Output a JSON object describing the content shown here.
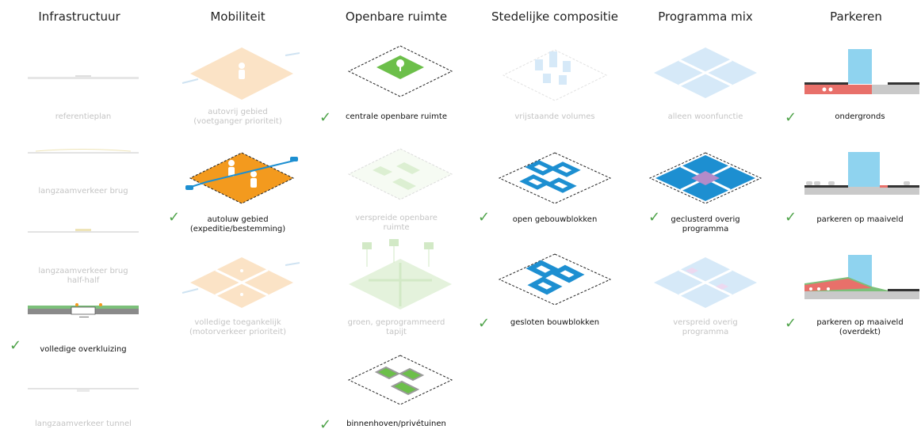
{
  "columns": [
    {
      "title": "Infrastructuur"
    },
    {
      "title": "Mobiliteit"
    },
    {
      "title": "Openbare ruimte"
    },
    {
      "title": "Stedelijke compositie"
    },
    {
      "title": "Programma mix"
    },
    {
      "title": "Parkeren"
    }
  ],
  "infrastructuur": [
    {
      "label": "referentieplan",
      "selected": false
    },
    {
      "label": "langzaamverkeer brug",
      "selected": false
    },
    {
      "label": "langzaamverkeer brug\nhalf-half",
      "selected": false
    },
    {
      "label": "volledige overkluizing",
      "selected": true
    },
    {
      "label": "langzaamverkeer tunnel",
      "selected": false
    }
  ],
  "mobiliteit": [
    {
      "label": "autovrij gebied\n(voetganger prioriteit)",
      "selected": false
    },
    {
      "label": "autoluw gebied\n(expeditie/bestemming)",
      "selected": true
    },
    {
      "label": "volledige toegankelijk\n(motorverkeer prioriteit)",
      "selected": false
    }
  ],
  "openbare_ruimte": [
    {
      "label": "centrale openbare ruimte",
      "selected": true
    },
    {
      "label": "verspreide openbare\nruimte",
      "selected": false
    },
    {
      "label": "groen, geprogrammeerd\ntapijt",
      "selected": false
    },
    {
      "label": "binnenhoven/privétuinen",
      "selected": true
    }
  ],
  "stedelijke_compositie": [
    {
      "label": "vrijstaande volumes",
      "selected": false
    },
    {
      "label": "open gebouwblokken",
      "selected": true
    },
    {
      "label": "gesloten bouwblokken",
      "selected": true
    }
  ],
  "programma_mix": [
    {
      "label": "alleen woonfunctie",
      "selected": false
    },
    {
      "label": "geclusterd overig\nprogramma",
      "selected": true
    },
    {
      "label": "verspreid overig\nprogramma",
      "selected": false
    }
  ],
  "parkeren": [
    {
      "label": "ondergronds",
      "selected": true
    },
    {
      "label": "parkeren op maaiveld",
      "selected": true
    },
    {
      "label": "parkeren op maaiveld\n(overdekt)",
      "selected": true
    }
  ],
  "check_glyph": "✓",
  "colors": {
    "check": "#4fa34a",
    "orange": "#f39a1e",
    "orange_faded": "#fbe3c6",
    "green": "#6cbf4a",
    "blue": "#1d8fd1",
    "blue_faded": "#d6e9f8",
    "purple": "#b48bc9",
    "sky": "#8fd3ef",
    "red": "#e8706a",
    "grey": "#c9c9c9"
  }
}
